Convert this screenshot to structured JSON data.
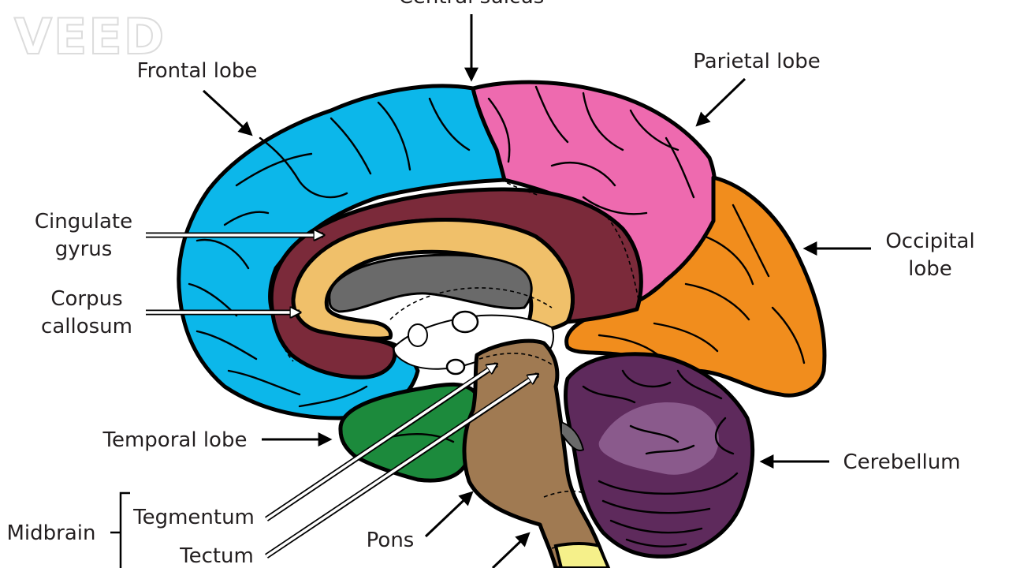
{
  "watermark": "VEED",
  "labels": {
    "central_sulcus": "Central sulcus",
    "frontal_lobe": "Frontal lobe",
    "parietal_lobe": "Parietal lobe",
    "cingulate_gyrus_1": "Cingulate",
    "cingulate_gyrus_2": "gyrus",
    "occipital_lobe_1": "Occipital",
    "occipital_lobe_2": "lobe",
    "corpus_callosum_1": "Corpus",
    "corpus_callosum_2": "callosum",
    "temporal_lobe": "Temporal lobe",
    "cerebellum": "Cerebellum",
    "midbrain": "Midbrain",
    "tegmentum": "Tegmentum",
    "tectum": "Tectum",
    "pons": "Pons"
  },
  "colors": {
    "frontal": "#0cb7ea",
    "parietal": "#ee6aaf",
    "occipital": "#f18d1d",
    "cingulate": "#7b2a3a",
    "corpus_callosum": "#f0c06a",
    "ventricle": "#6a6a6a",
    "temporal": "#1c8a3c",
    "brainstem": "#a07a52",
    "cerebellum_dark": "#5e2a5c",
    "cerebellum_light": "#8a5a8c",
    "medulla": "#f5f08a"
  }
}
